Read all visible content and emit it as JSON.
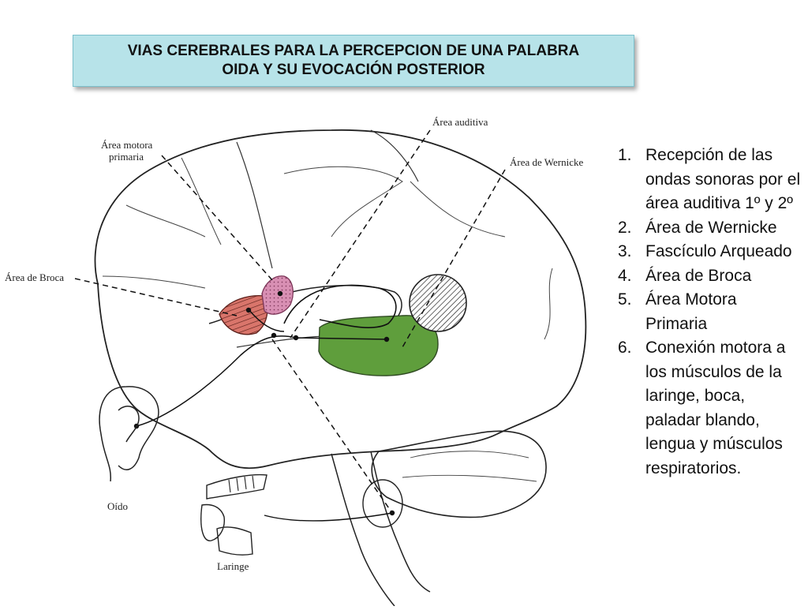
{
  "title": {
    "line1": "VIAS CEREBRALES PARA LA PERCEPCION DE UNA PALABRA",
    "line2": "OIDA Y SU EVOCACIÓN POSTERIOR"
  },
  "labels": {
    "motor": [
      "Área motora",
      "primaria"
    ],
    "auditory": "Área auditiva",
    "wernicke": "Área de Wernicke",
    "broca": "Área de Broca",
    "ear": "Oído",
    "larynx": "Laringe"
  },
  "steps": [
    {
      "num": "1.",
      "text": "Recepción de las ondas sonoras por el área auditiva 1º y 2º"
    },
    {
      "num": "2.",
      "text": "Área de Wernicke"
    },
    {
      "num": "3.",
      "text": "Fascículo Arqueado"
    },
    {
      "num": "4.",
      "text": "Área de Broca"
    },
    {
      "num": "5.",
      "text": "Área Motora Primaria"
    },
    {
      "num": "6.",
      "text": "Conexión motora a los músculos de la laringe, boca, paladar blando, lengua y músculos respiratorios."
    }
  ],
  "colors": {
    "title_bg": "#b7e3e9",
    "wernicke_area": "#5f9e3c",
    "broca_area": "#d9756b",
    "motor_area": "#d88fb3",
    "auditory_area": "#ffffff"
  }
}
